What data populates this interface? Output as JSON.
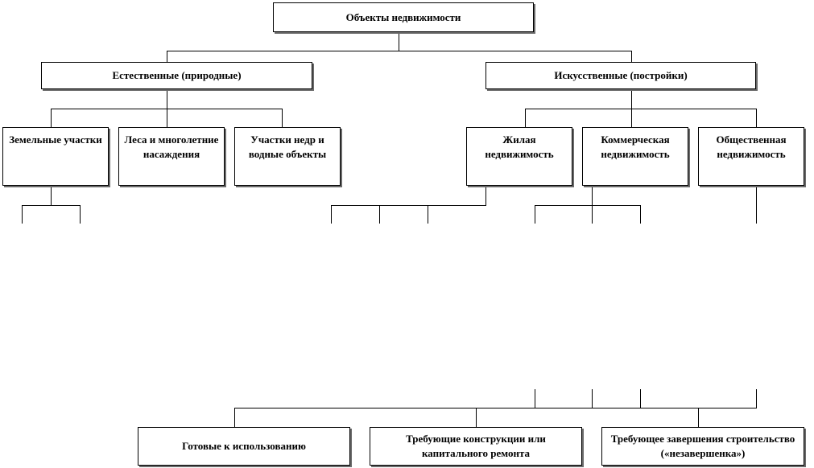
{
  "root": {
    "label": "Объекты недвижимости"
  },
  "level1": {
    "natural": "Естественные (природные)",
    "artificial": "Искусственные (постройки)"
  },
  "natural_children": {
    "land": "Земельные участки",
    "forest": "Леса и многолетние насаждения",
    "subsoil": "Участки недр и водные объекты"
  },
  "artificial_children": {
    "residential": "Жилая недвижимость",
    "commercial": "Коммерческая недвижимость",
    "public": "Общественная недвижимость"
  },
  "condition": {
    "ready": "Готовые к использованию",
    "repair": "Требующие конструкции или капитального ремонта",
    "unfinished": "Требующее завершения строительство («незавершенка»)"
  }
}
